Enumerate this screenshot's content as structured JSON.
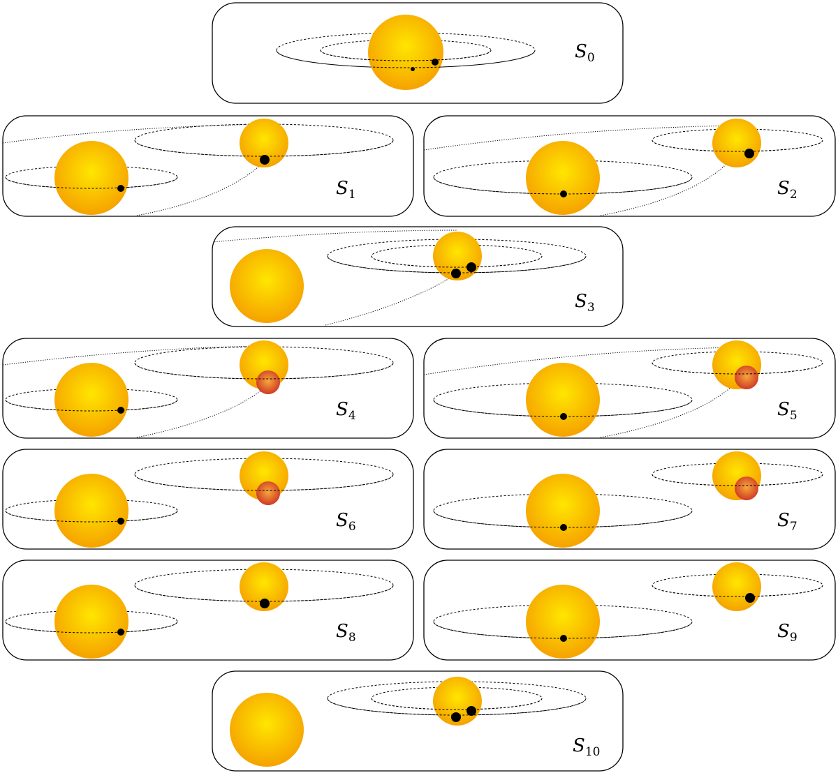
{
  "colors": {
    "star_inner": "#ffe600",
    "star_outer": "#f6a500",
    "red_inner": "#f7a73b",
    "red_outer": "#cf3a25",
    "planet": "#000000",
    "frame": "#000000"
  },
  "panels": [
    {
      "script": "S",
      "sub": "0"
    },
    {
      "script": "S",
      "sub": "1"
    },
    {
      "script": "S",
      "sub": "2"
    },
    {
      "script": "S",
      "sub": "3"
    },
    {
      "script": "S",
      "sub": "4"
    },
    {
      "script": "S",
      "sub": "5"
    },
    {
      "script": "S",
      "sub": "6"
    },
    {
      "script": "S",
      "sub": "7"
    },
    {
      "script": "S",
      "sub": "8"
    },
    {
      "script": "S",
      "sub": "9"
    },
    {
      "script": "S",
      "sub": "10"
    }
  ]
}
